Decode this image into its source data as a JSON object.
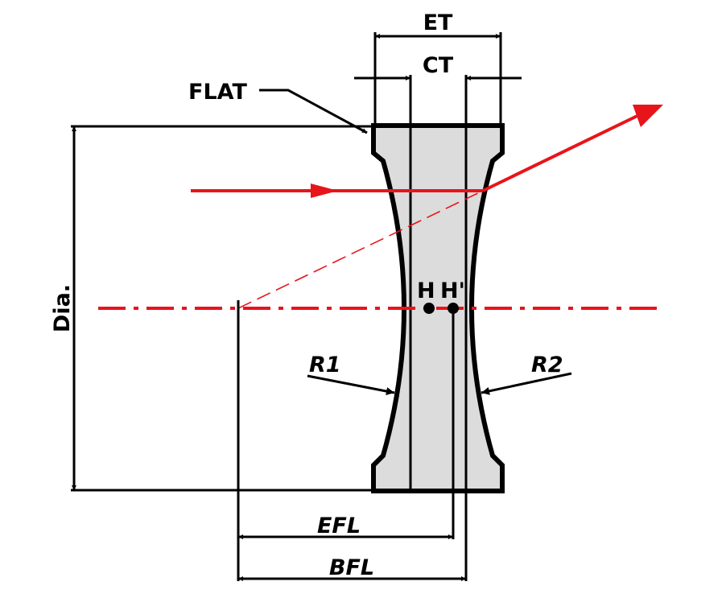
{
  "diagram": {
    "labels": {
      "et": "ET",
      "ct": "CT",
      "flat": "FLAT",
      "dia": "Dia.",
      "h": "H",
      "h_prime": "H'",
      "r1": "R1",
      "r2": "R2",
      "efl": "EFL",
      "bfl": "BFL"
    },
    "colors": {
      "ray": "#e8141b",
      "ink": "#000000",
      "lens_fill": "#dcdcdc"
    }
  }
}
